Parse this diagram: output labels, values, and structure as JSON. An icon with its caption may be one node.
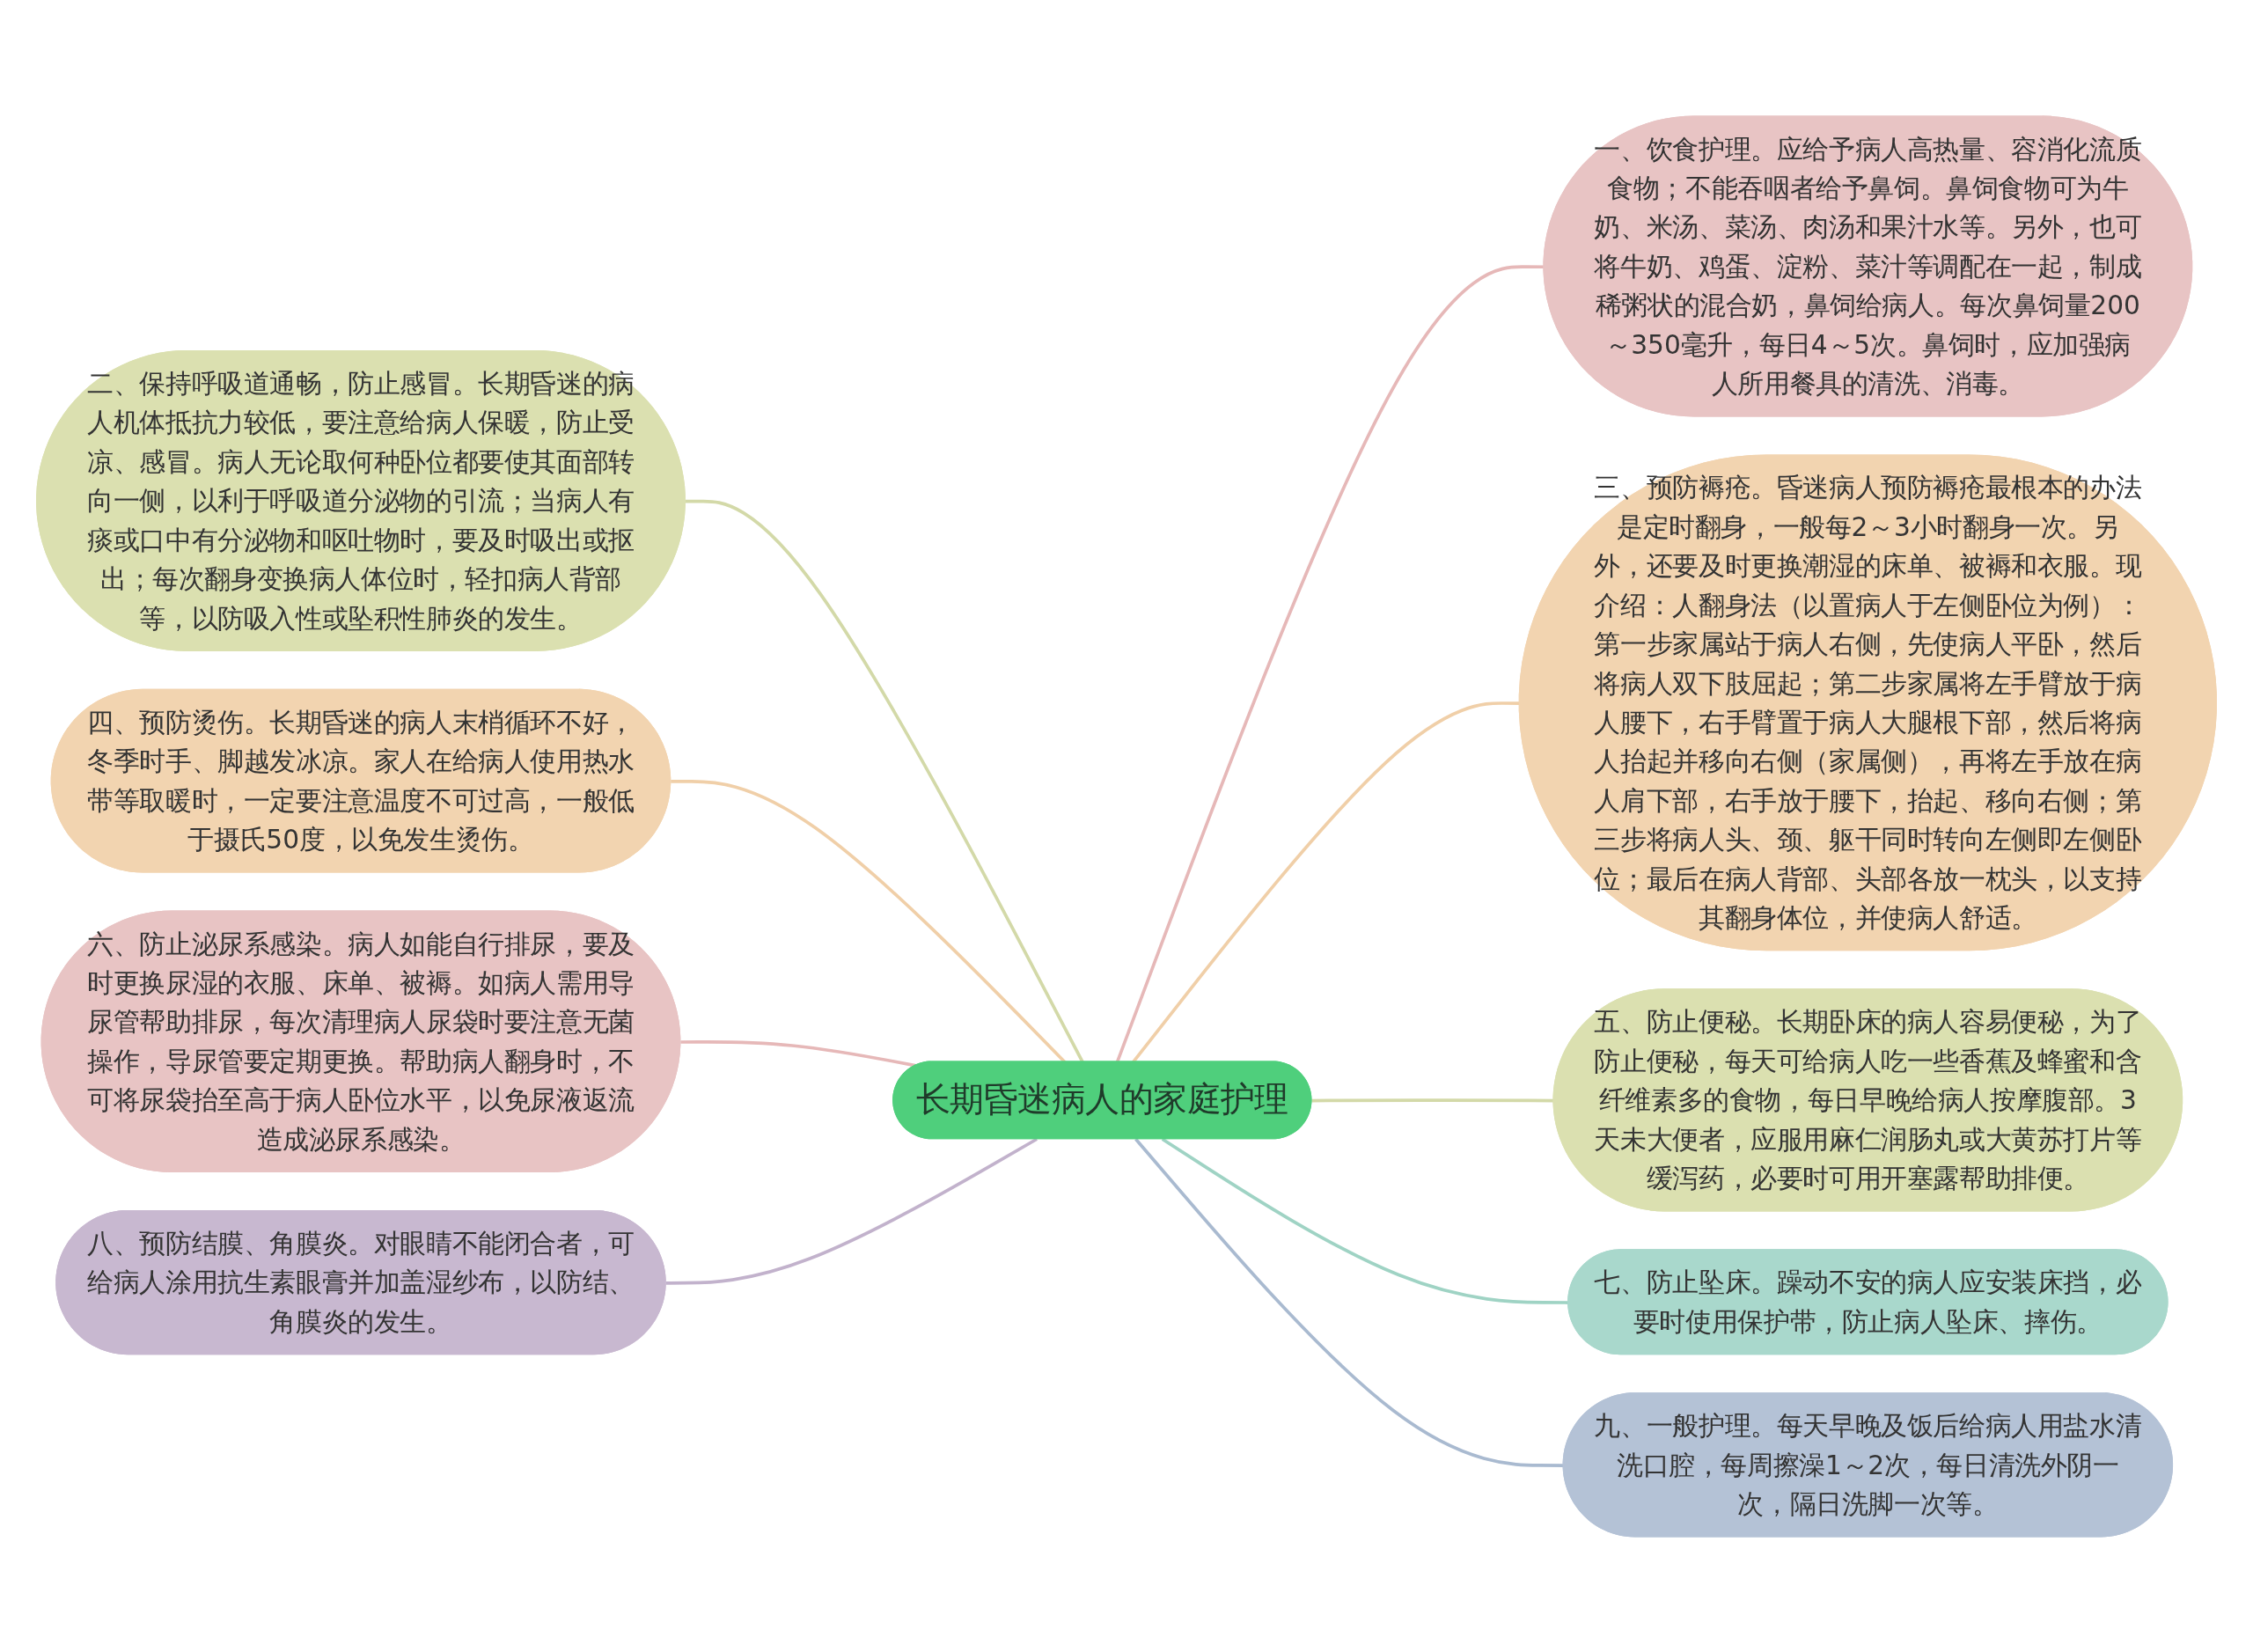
{
  "diagram": {
    "nodes": [
      {
        "text": [
          "长期昏迷病人的家庭护理"
        ]
      },
      {
        "text": [
          "一、饮食护理。应给予病人高热量、容消化流质食物；不能吞咽者给予鼻饲。鼻饲食物可为牛奶、米汤、菜汤、肉汤和果汁水等。另外，也可将牛奶、鸡蛋、淀粉、菜汁等调配在一起，制成稀粥状的混合奶，鼻饲给病人。每次鼻饲量200～350毫升，每日4～5次。鼻饲时，应加强病人所用餐具的清洗、消毒。"
        ]
      },
      {
        "text": [
          "二、保持呼吸道通畅，防止感冒。长期昏迷的病人机体抵抗力较低，要注意给病人保暖，防止受凉、感冒。病人无论取何种卧位都要使其面部转向一侧，以利于呼吸道分泌物的引流；当病人有痰或口中有分泌物和呕吐物时，要及时吸出或抠出；每次翻身变换病人体位时，轻扣病人背部等，以防吸入性或坠积性肺炎的发生。"
        ]
      },
      {
        "text": [
          "三、预防褥疮。昏迷病人预防褥疮最根本的办法是定时翻身，一般每2～3小时翻身一次。另外，还要及时更换潮湿的床单、被褥和衣服。现介绍：人翻身法（以置病人于左侧卧位为例）：第一步家属站于病人右侧，先使病人平卧，然后将病人双下肢屈起；第二步家属将左手臂放于病人腰下，右手臂置于病人大腿根下部，然后将病人抬起并移向右侧（家属侧），再将左手放在病人肩下部，右手放于腰下，抬起、移向右侧；第三步将病人头、颈、躯干同时转向左侧即左侧卧位；最后在病人背部、头部各放一枕头，以支持其翻身体位，并使病人舒适。"
        ]
      },
      {
        "text": [
          "四、预防烫伤。长期昏迷的病人末梢循环不好，冬季时手、脚越发冰凉。家人在给病人使用热水带等取暖时，一定要注意温度不可过高，一般低于摄氏50度，以免发生烫伤。"
        ]
      },
      {
        "text": [
          "五、防止便秘。长期卧床的病人容易便秘，为了防止便秘，每天可给病人吃一些香蕉及蜂蜜和含纤维素多的食物，每日早晚给病人按摩腹部。3天未大便者，应服用麻仁润肠丸或大黄苏打片等缓泻药，必要时可用开塞露帮助排便。"
        ]
      },
      {
        "text": [
          "六、防止泌尿系感染。病人如能自行排尿，要及时更换尿湿的衣服、床单、被褥。如病人需用导尿管帮助排尿，每次清理病人尿袋时要注意无菌操作，导尿管要定期更换。帮助病人翻身时，不可将尿袋抬至高于病人卧位水平，以免尿液返流造成泌尿系感染。"
        ]
      },
      {
        "text": [
          "七、防止坠床。躁动不安的病人应安装床挡，必要时使用保护带，防止病人坠床、摔伤。"
        ]
      },
      {
        "text": [
          "八、预防结膜、角膜炎。对眼睛不能闭合者，可给病人涂用抗生素眼膏并加盖湿纱布，以防结、角膜炎的发生。"
        ]
      },
      {
        "text": [
          "九、一般护理。每天早晚及饭后给病人用盐水清洗口腔，每周擦澡1～2次，每日清洗外阴一次，隔日洗脚一次等。"
        ]
      }
    ],
    "edges": [
      {
        "from": 0,
        "to": 1,
        "arrow": "none",
        "color": "#e6b8b8"
      },
      {
        "from": 0,
        "to": 2,
        "arrow": "none",
        "color": "#d3d9a8"
      },
      {
        "from": 0,
        "to": 3,
        "arrow": "none",
        "color": "#f0cfa8"
      },
      {
        "from": 0,
        "to": 4,
        "arrow": "none",
        "color": "#f0cfa8"
      },
      {
        "from": 0,
        "to": 5,
        "arrow": "none",
        "color": "#d3d9a8"
      },
      {
        "from": 0,
        "to": 6,
        "arrow": "none",
        "color": "#e6b8b8"
      },
      {
        "from": 0,
        "to": 7,
        "arrow": "none",
        "color": "#9fd3c4"
      },
      {
        "from": 0,
        "to": 8,
        "arrow": "none",
        "color": "#c2b2cc"
      },
      {
        "from": 0,
        "to": 9,
        "arrow": "none",
        "color": "#a9bad0"
      }
    ]
  }
}
